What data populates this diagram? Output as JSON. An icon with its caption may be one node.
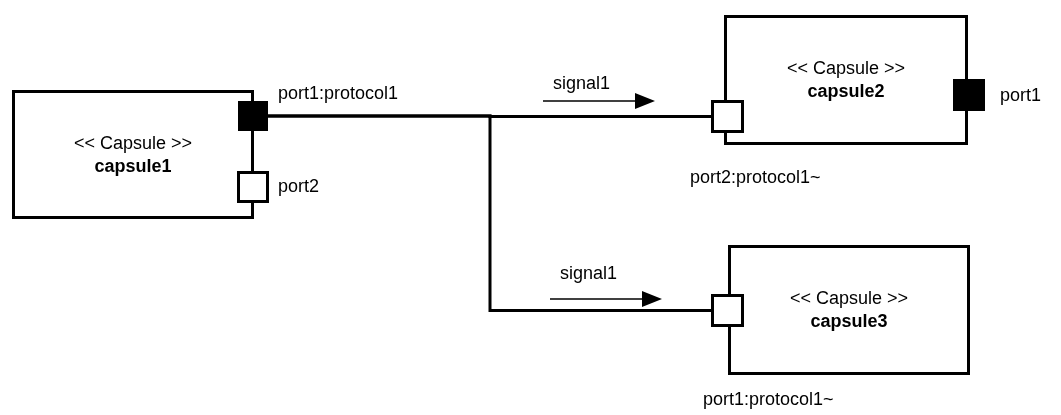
{
  "diagram": {
    "nodes": [
      {
        "text": [
          "<< Capsule >>",
          "capsule1"
        ]
      },
      {
        "text": [],
        "shape": "box",
        "beside": [
          "port1:protocol1"
        ]
      },
      {
        "text": [],
        "shape": "box",
        "beside": [
          "port2"
        ]
      },
      {
        "text": [
          "<< Capsule >>",
          "capsule2"
        ]
      },
      {
        "text": [],
        "shape": "box",
        "beside": [
          "port2:protocol1~"
        ]
      },
      {
        "text": [],
        "shape": "box",
        "beside": [
          "port1"
        ]
      },
      {
        "text": [
          "<< Capsule >>",
          "capsule3"
        ]
      },
      {
        "text": [],
        "shape": "box"
      }
    ],
    "labels": [
      "port1:protocol1~"
    ],
    "edges": [
      {
        "from": 1,
        "to": 4,
        "arrow": "none",
        "label": "signal1"
      },
      {
        "from": 1,
        "to": 7,
        "arrow": "none",
        "label": "signal1"
      }
    ]
  }
}
